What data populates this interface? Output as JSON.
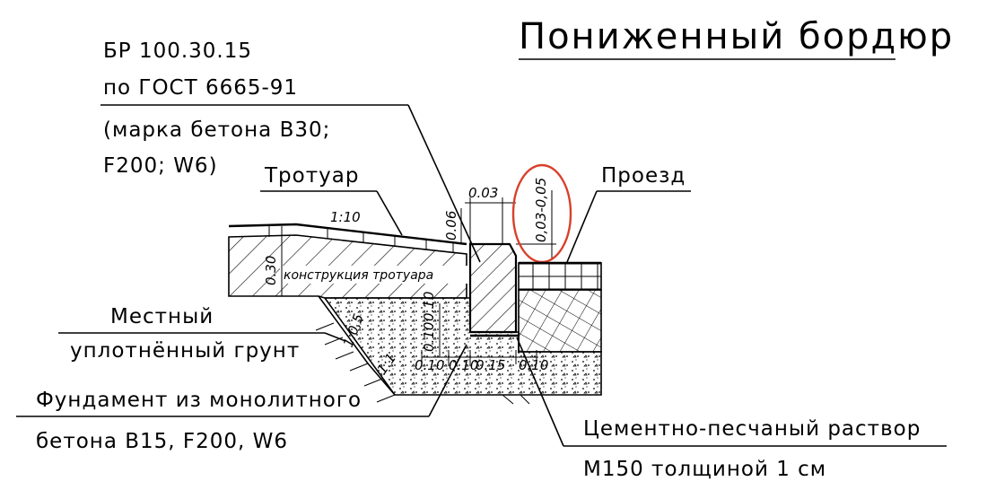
{
  "title": "Пониженный бордюр",
  "curb": {
    "line1": "БР 100.30.15",
    "line2": "по ГОСТ 6665-91",
    "line3": "(марка бетона В30;",
    "line4": "F200; W6)"
  },
  "sidewalk_label": "Тротуар",
  "roadway_label": "Проезд",
  "slope_label": "1:10",
  "construction_label": "конструкция тротуара",
  "soil": {
    "line1": "Местный",
    "line2": "уплотнённый грунт"
  },
  "foundation": {
    "line1": "Фундамент из монолитного",
    "line2": "бетона В15, F200, W6"
  },
  "mortar": {
    "line1": "Цементно-песчаный раствор",
    "line2": "М150 толщиной 1 см"
  },
  "dims": {
    "d030": "0.30",
    "d006": "0.06",
    "d003": "0.03",
    "d0305": "0,03-0,05",
    "d010a": "0.10",
    "d010b": "0.10",
    "d010c": "0.10",
    "d015": "0.15",
    "d010d": "0.10",
    "d010e": "0.10",
    "slope05": "1:0,5",
    "slope1": "1:1"
  },
  "highlight_color": "#d8402a"
}
